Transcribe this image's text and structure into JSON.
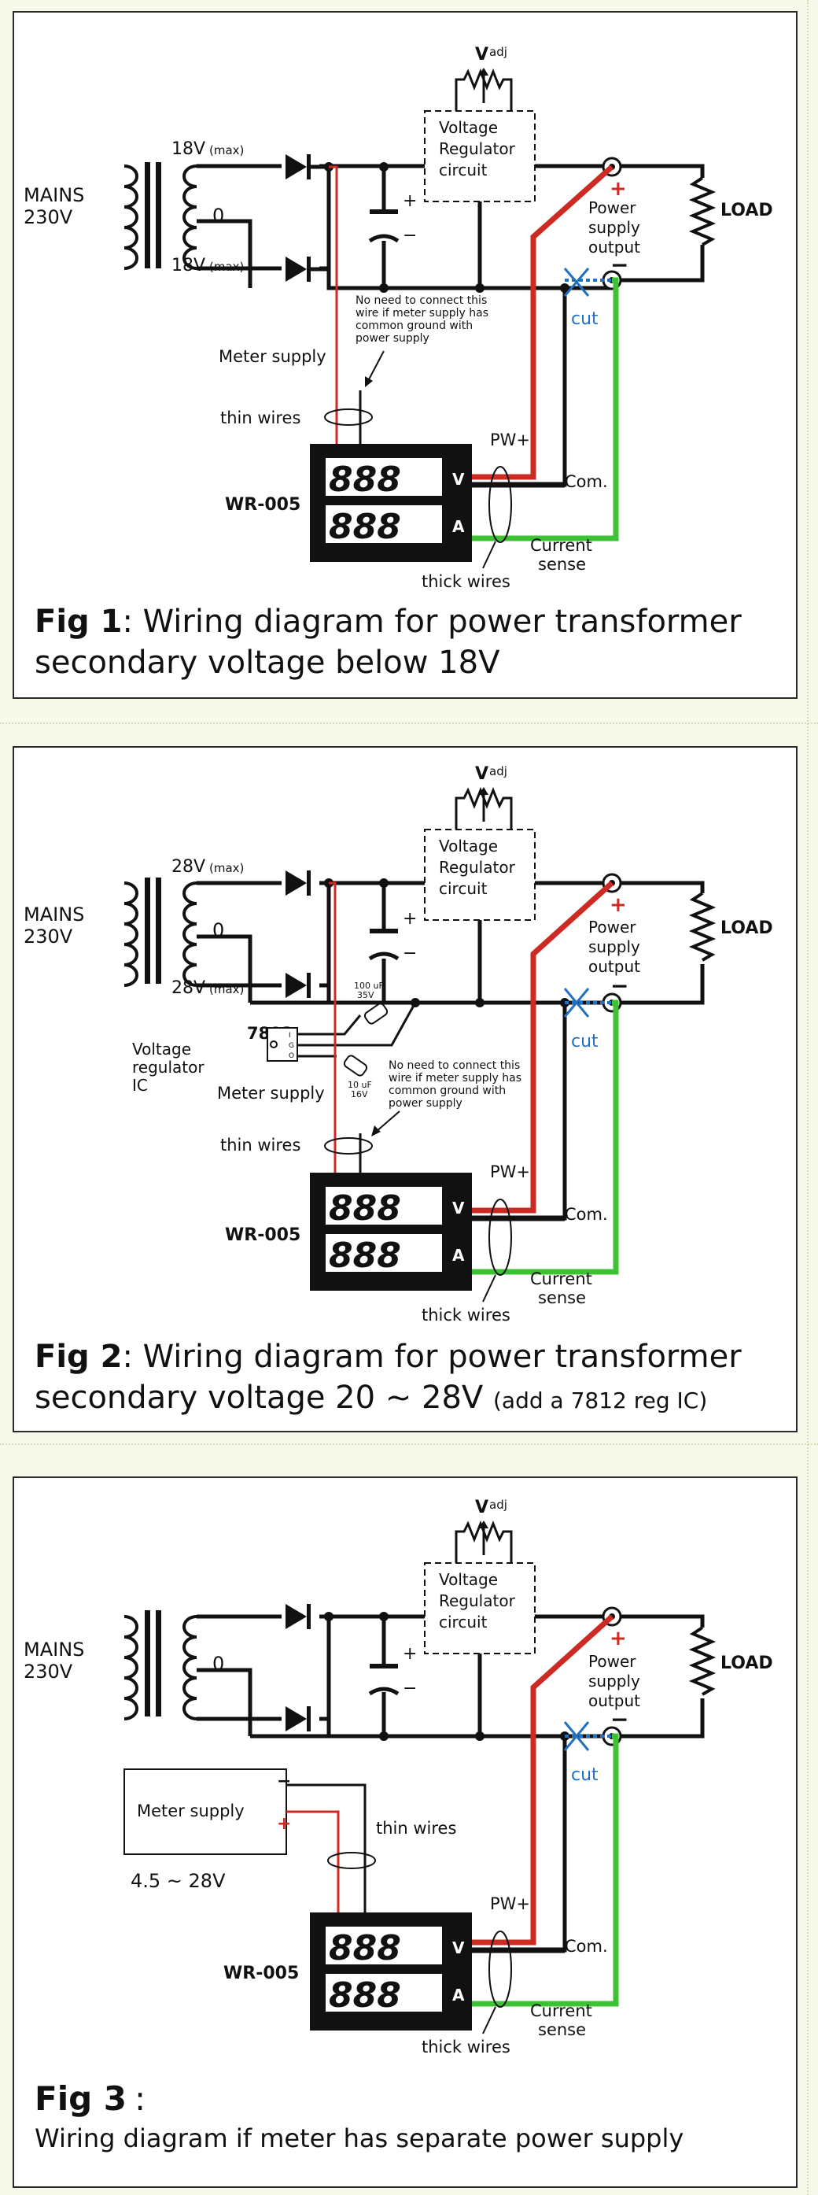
{
  "colors": {
    "pos_wire": "#cc2a22",
    "sense_wire": "#3cc234",
    "cut_mark": "#2270c0",
    "panel_border": "#2a2a2a"
  },
  "shared": {
    "mains_line1": "MAINS",
    "mains_line2": "230V",
    "center_tap": "0",
    "vadj_v": "V",
    "vadj_sub": "adj",
    "reg_line1": "Voltage",
    "reg_line2": "Regulator",
    "reg_line3": "circuit",
    "plus": "+",
    "minus": "−",
    "out_line1": "Power",
    "out_line2": "supply",
    "out_line3": "output",
    "load": "LOAD",
    "cut": "cut",
    "pw_plus": "PW+",
    "com": "Com.",
    "sense_line1": "Current",
    "sense_line2": "sense",
    "thick_wires": "thick wires",
    "thin_wires": "thin wires",
    "meter_model": "WR-005",
    "digits": "888",
    "unit_v": "V",
    "unit_a": "A",
    "meter_supply": "Meter supply",
    "note_line1": "No need to connect this",
    "note_line2": "wire if meter supply  has",
    "note_line3": "common  ground with",
    "note_line4": "power supply"
  },
  "fig1": {
    "v_top": "18V",
    "v_bot": "18V",
    "max": "(max)",
    "caption_bold": "Fig 1",
    "caption_rest": ": Wiring diagram for power transformer",
    "caption_line2": "secondary voltage below 18V"
  },
  "fig2": {
    "v_top": "28V",
    "v_bot": "28V",
    "max": "(max)",
    "vreg_line1": "Voltage",
    "vreg_line2": "regulator",
    "vreg_line3": "IC",
    "ic_name": "7812",
    "pin_i": "I",
    "pin_g": "G",
    "pin_o": "O",
    "cap1_line1": "100 uF",
    "cap1_line2": "35V",
    "cap2_line1": "10 uF",
    "cap2_line2": "16V",
    "caption_bold": "Fig 2",
    "caption_rest": ": Wiring diagram for power transformer",
    "caption_line2a": "secondary voltage 20 ~ 28V",
    "caption_line2b": "(add a 7812 reg IC)"
  },
  "fig3": {
    "meter_supply_box": "Meter supply",
    "supply_range": "4.5 ~ 28V",
    "caption_bold": "Fig 3",
    "caption_colon": ":",
    "caption_line2": "Wiring diagram if meter has separate power supply"
  }
}
